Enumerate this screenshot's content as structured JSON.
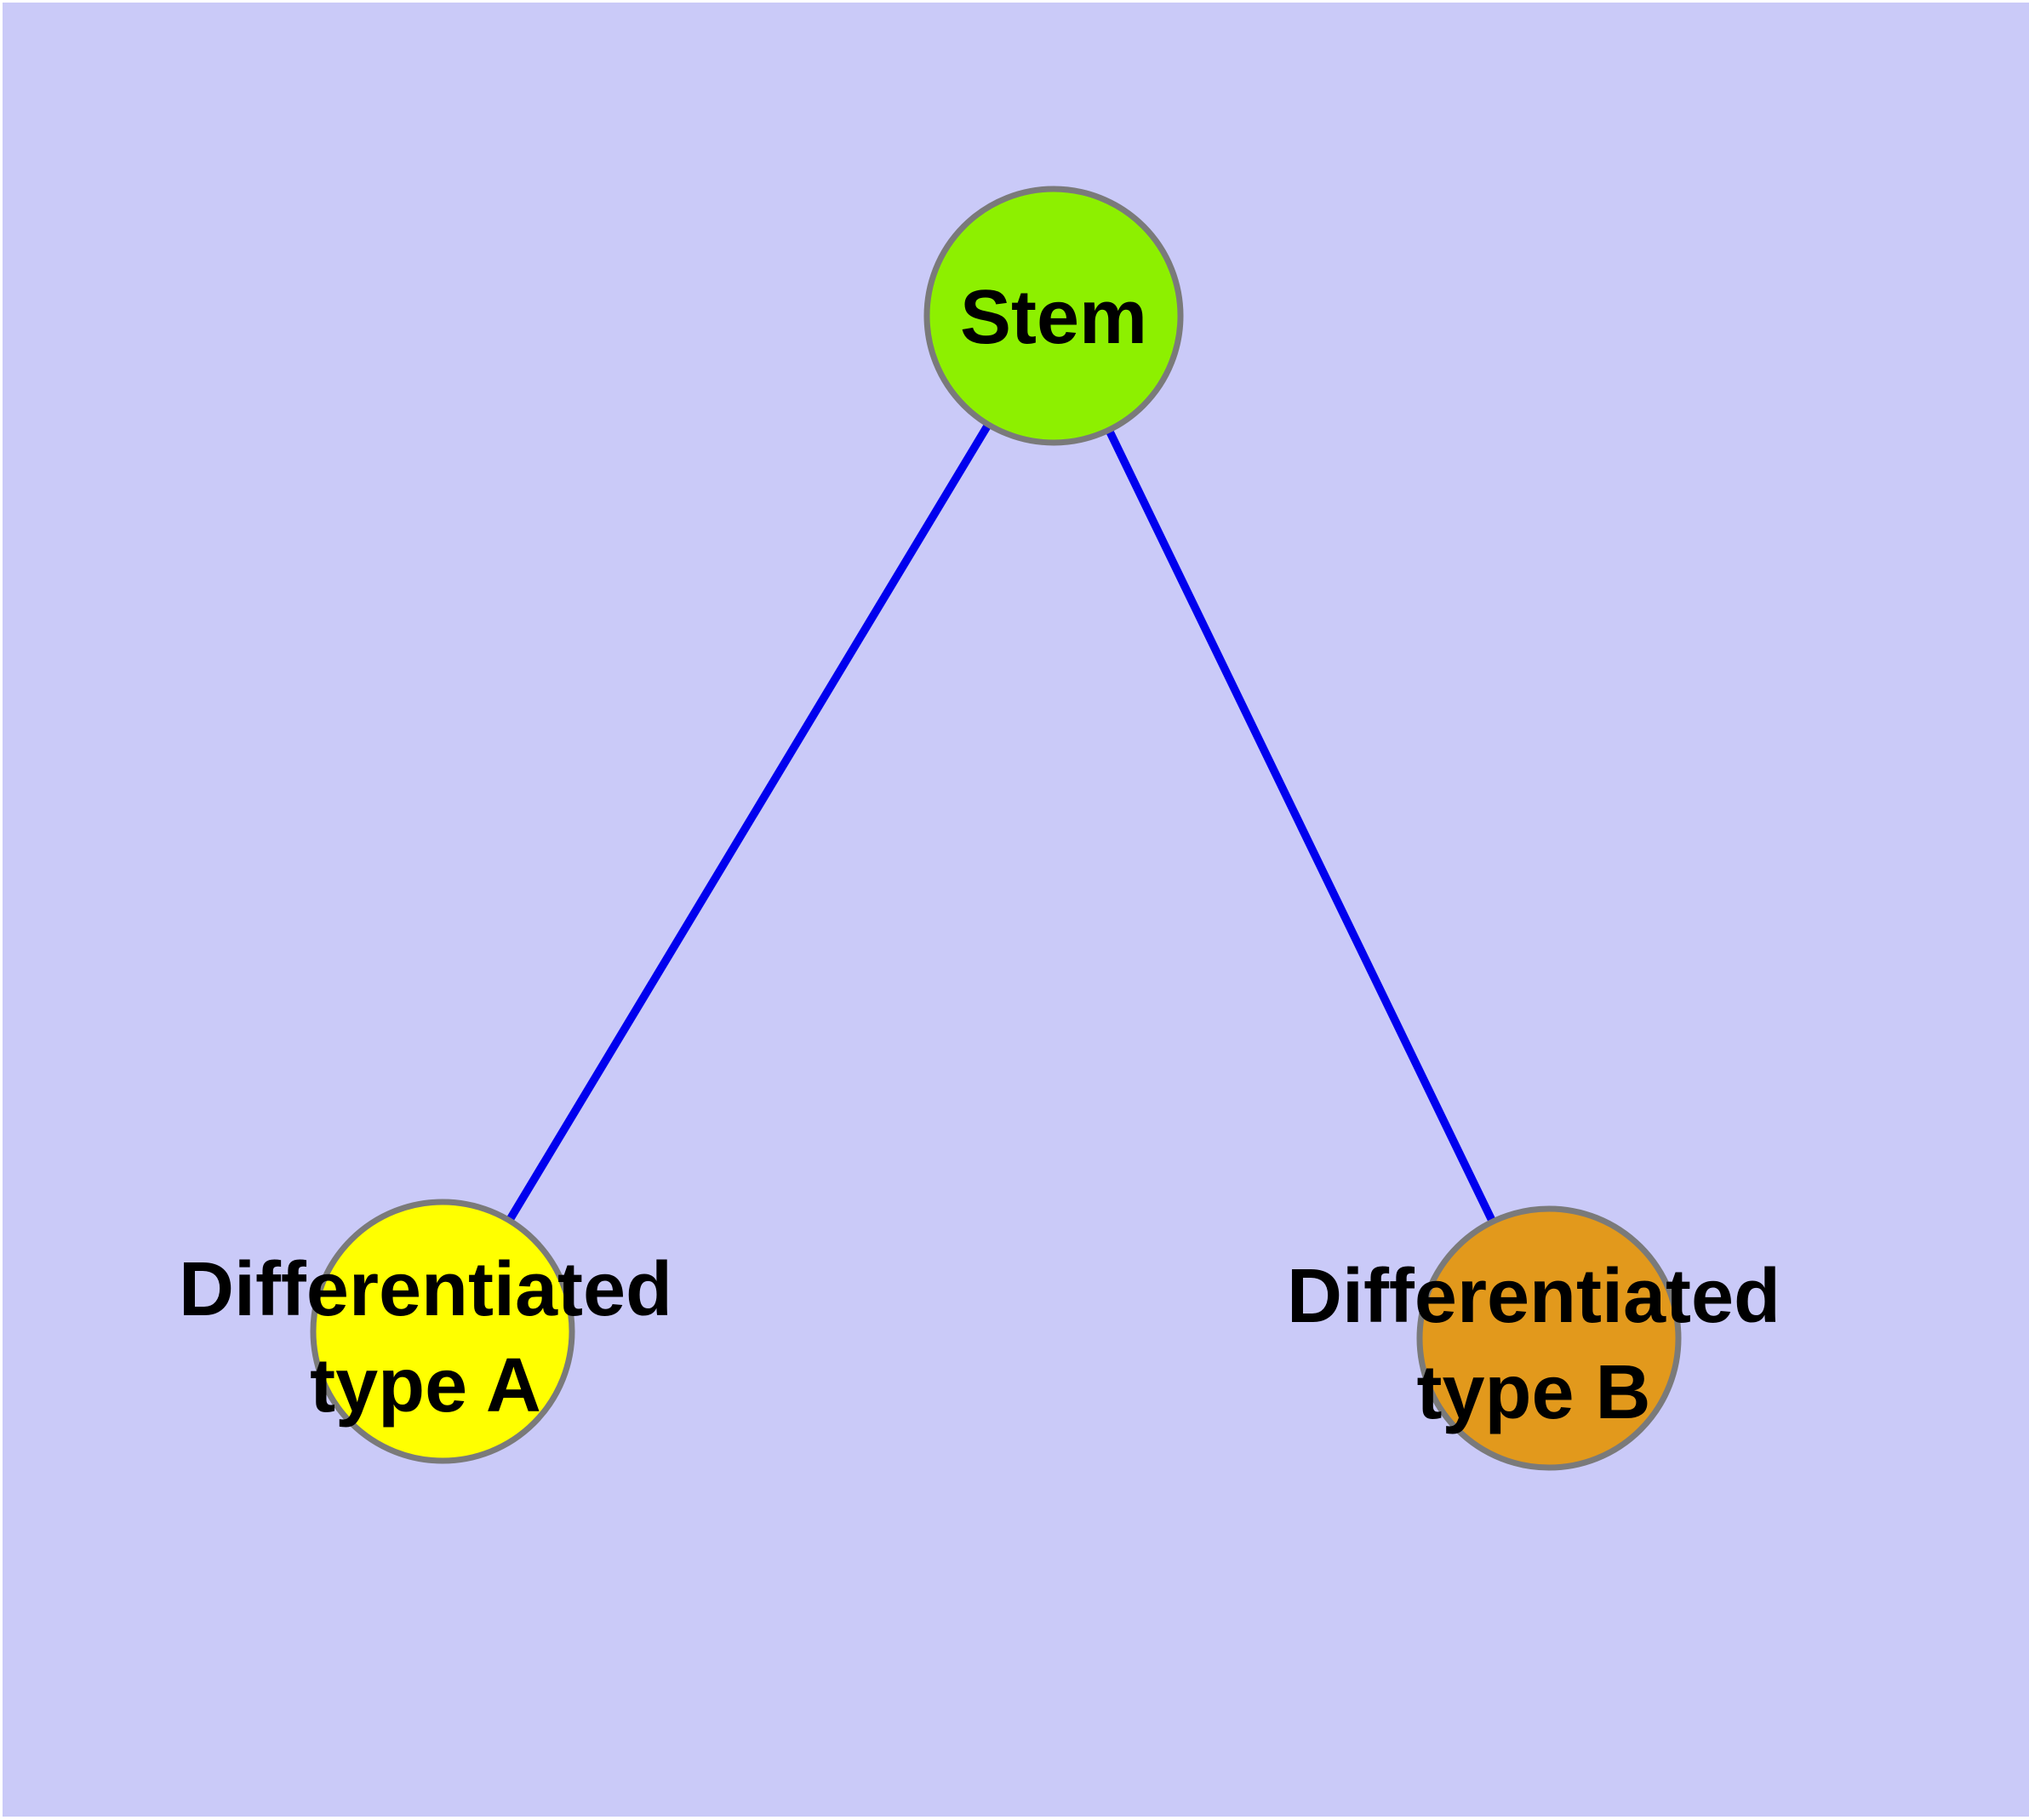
{
  "diagram": {
    "background_color": "#CACAF8",
    "page_border_color": "#FFFFFF",
    "edge_color": "#0000EE",
    "node_stroke_color": "#7A7A7A",
    "text_color": "#000000",
    "nodes": [
      {
        "id": "stem",
        "label": "Stem",
        "label_lines": [
          "Stem"
        ],
        "fill": "#8DF000"
      },
      {
        "id": "differentiated-type-a",
        "label": "Differentiated type A",
        "label_lines": [
          "Differentiated",
          "type A"
        ],
        "fill": "#FFFF00"
      },
      {
        "id": "differentiated-type-b",
        "label": "Differentiated type B",
        "label_lines": [
          "Differentiated",
          "type B"
        ],
        "fill": "#E2991C"
      }
    ],
    "edges": [
      {
        "from": "stem",
        "to": "differentiated-type-a"
      },
      {
        "from": "stem",
        "to": "differentiated-type-b"
      }
    ]
  }
}
